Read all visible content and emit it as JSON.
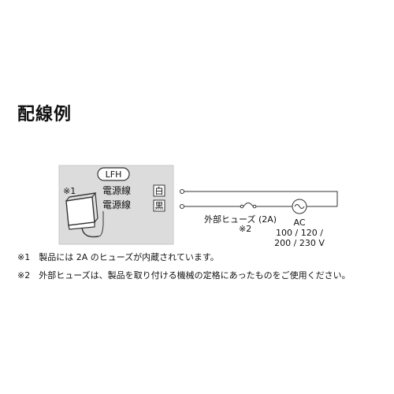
{
  "title": "配線例",
  "device": {
    "model": "LFH",
    "mark": "※1",
    "wires": [
      {
        "label": "電源線",
        "color": "白"
      },
      {
        "label": "電源線",
        "color": "黒"
      }
    ]
  },
  "fuse": {
    "label": "外部ヒューズ (2A)",
    "mark": "※2"
  },
  "power_source": {
    "label": "AC",
    "voltage_line1": "100 / 120 /",
    "voltage_line2": "200 / 230 V"
  },
  "notes": [
    "※1　製品には 2A のヒューズが内蔵されています。",
    "※2　外部ヒューズは、製品を取り付ける機械の定格にあったものをご使用ください。"
  ],
  "colors": {
    "device_panel": "#dcdcdc",
    "line": "#333333",
    "text": "#111111"
  }
}
